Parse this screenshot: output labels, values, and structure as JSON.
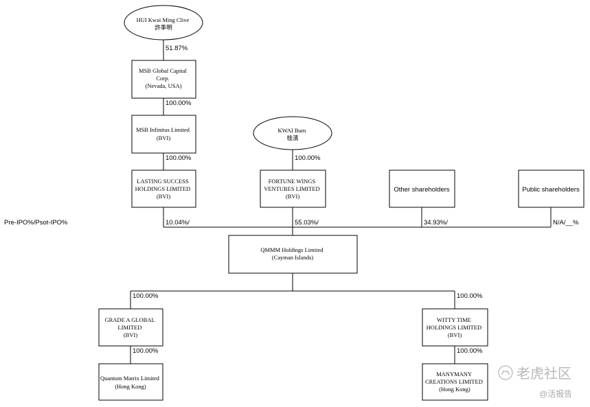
{
  "nodes": {
    "hui": {
      "lines": [
        "HUI Kwai Ming Clive",
        "許季明"
      ]
    },
    "msb_global": {
      "lines": [
        "MSB Global Capital",
        "Corp.",
        "(Nevada, USA)"
      ]
    },
    "msb_infinitus": {
      "lines": [
        "MSB Infinitus Limited",
        "(BVI)"
      ]
    },
    "lasting": {
      "lines": [
        "LASTING SUCCESS",
        "HOLDINGS LIMITED",
        "(BVI)"
      ]
    },
    "kwai_bum": {
      "lines": [
        "KWAI Bum",
        "桂濱"
      ]
    },
    "fortune": {
      "lines": [
        "FORTUNE WINGS",
        "VENTURES LIMITED",
        "(BVI)"
      ]
    },
    "other_sh": {
      "lines": [
        "Other shareholders"
      ]
    },
    "public_sh": {
      "lines": [
        "Public shareholders"
      ]
    },
    "qmmm": {
      "lines": [
        "QMMM Holdings Limited",
        "(Cayman Islands)"
      ]
    },
    "grade_a": {
      "lines": [
        "GRADE A GLOBAL",
        "LIMITED",
        "(BVI)"
      ]
    },
    "quantum": {
      "lines": [
        "Quantum Matrix Limited",
        "(Hong Kong)"
      ]
    },
    "witty": {
      "lines": [
        "WITTY TIME",
        "HOLDINGS LIMITED",
        "(BVI)"
      ]
    },
    "manymany": {
      "lines": [
        "MANYMANY",
        "CREATIONS LIMITED",
        "(Hong Kong)"
      ]
    }
  },
  "percentages": {
    "hui_to_msb": "51.87%",
    "msb_to_infinitus": "100.00%",
    "infinitus_to_lasting": "100.00%",
    "kwai_to_fortune": "100.00%",
    "lasting_to_qmmm": "10.04%/",
    "fortune_to_qmmm": "55.03%/",
    "other_to_qmmm": "34.93%/",
    "public_to_qmmm": "N/A/__%",
    "qmmm_to_grade": "100.00%",
    "qmmm_to_witty": "100.00%",
    "grade_to_quantum": "100.00%",
    "witty_to_manymany": "100.00%"
  },
  "ipo_label": "Pre-IPO%/Psot-IPO%",
  "watermark": {
    "brand": "老虎社区",
    "handle": "@活报告"
  }
}
